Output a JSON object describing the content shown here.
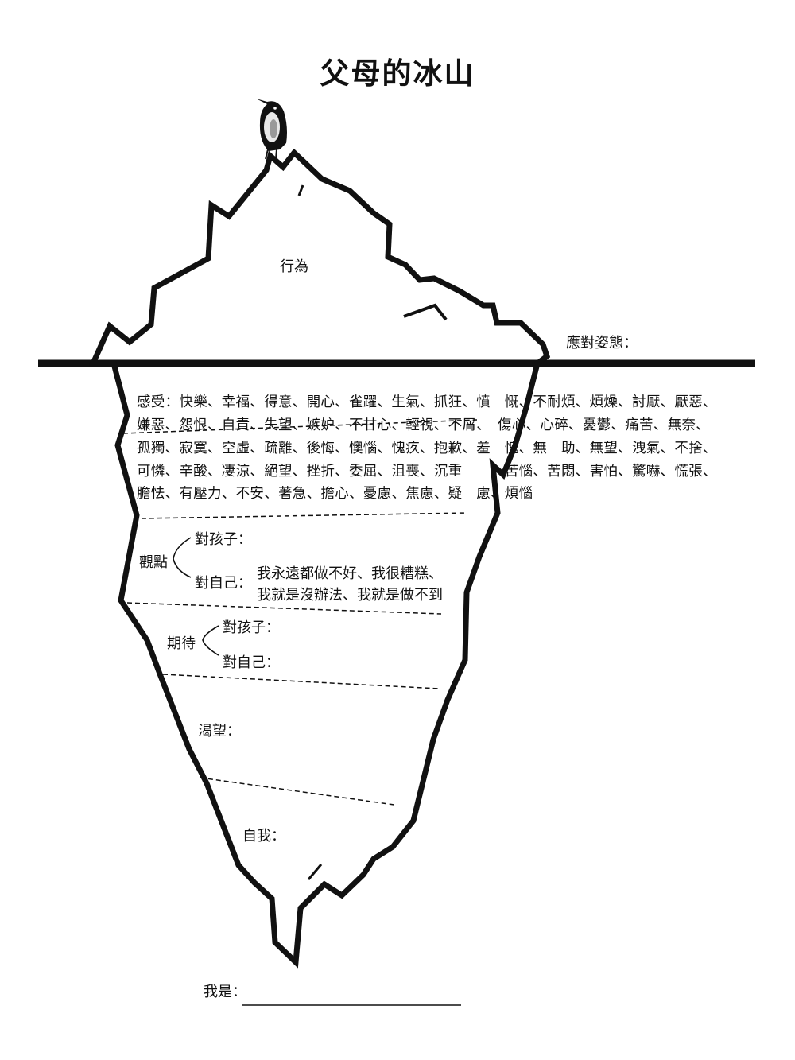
{
  "title": "父母的冰山",
  "behavior_label": "行為",
  "coping_label": "應對姿態：",
  "feelings": {
    "lines": [
      "感受：快樂、幸福、得意、開心、雀躍、生氣、抓狂、憤　慨、不耐煩、煩燥、討厭、厭惡、",
      "嫌惡、怨恨、自責、失望、嫉妒、不甘心、輕視、不屑、　傷心、心碎、憂鬱、痛苦、無奈、",
      "孤獨、寂寞、空虛、疏離、後悔、懊惱、愧疚、抱歉、羞　愧、無　助、無望、洩氣、不捨、",
      "可憐、辛酸、凄涼、絕望、挫折、委屈、沮喪、沉重　　、苦惱、苦悶、害怕、驚嚇、慌張、",
      "膽怯、有壓力、不安、著急、擔心、憂慮、焦慮、疑　慮、煩惱"
    ]
  },
  "perspective": {
    "label": "觀點",
    "to_child": "對孩子：",
    "to_self": "對自己：",
    "self_text": [
      "我永遠都做不好、我很糟糕、",
      "我就是沒辦法、我就是做不到"
    ]
  },
  "expectation": {
    "label": "期待",
    "to_child": "對孩子：",
    "to_self": "對自己："
  },
  "yearning_label": "渴望：",
  "self_label": "自我：",
  "i_am_label": "我是："
}
